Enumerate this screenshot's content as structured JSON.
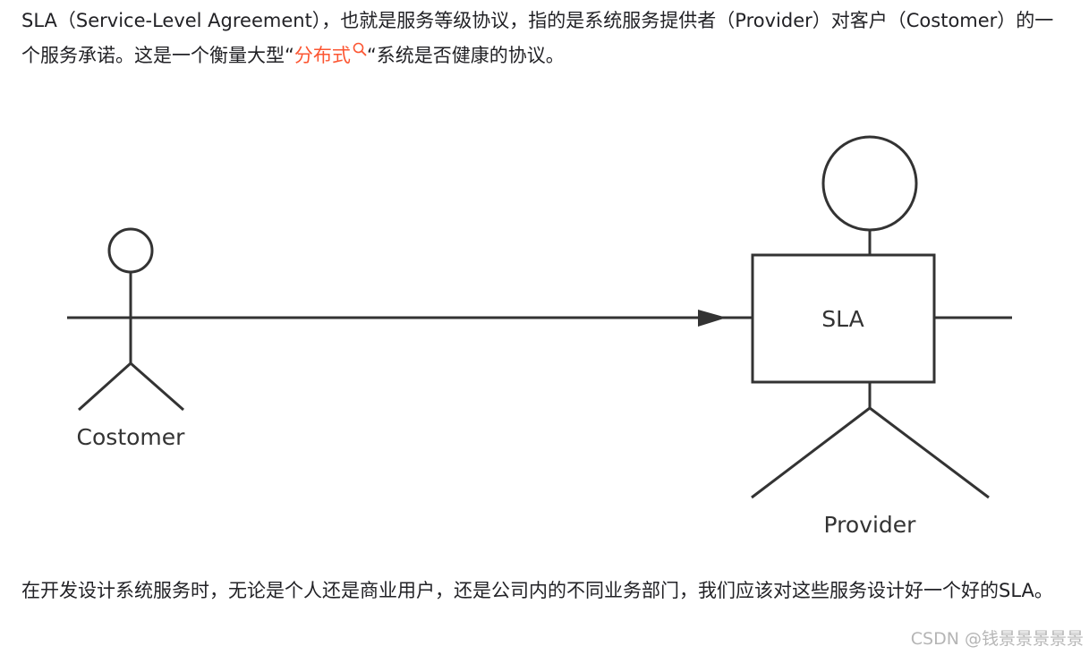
{
  "intro": {
    "before_link": "SLA（Service-Level Agreement），也就是服务等级协议，指的是系统服务提供者（Provider）对客户（Costomer）的一个服务承诺。这是一个衡量大型“",
    "link_text": "分布式",
    "link_icon": "search-icon",
    "after_link": "“系统是否健康的协议。"
  },
  "diagram": {
    "customer_label": "Costomer",
    "sla_box_label": "SLA",
    "provider_label": "Provider",
    "line_color": "#333333"
  },
  "outro": {
    "text": "在开发设计系统服务时，无论是个人还是商业用户，还是公司内的不同业务部门，我们应该对这些服务设计好一个好的SLA。"
  },
  "watermark": {
    "text": "CSDN @钱景景景景景"
  },
  "colors": {
    "link": "#fc5531",
    "body_text": "#222226",
    "watermark": "#b5b5b5"
  }
}
